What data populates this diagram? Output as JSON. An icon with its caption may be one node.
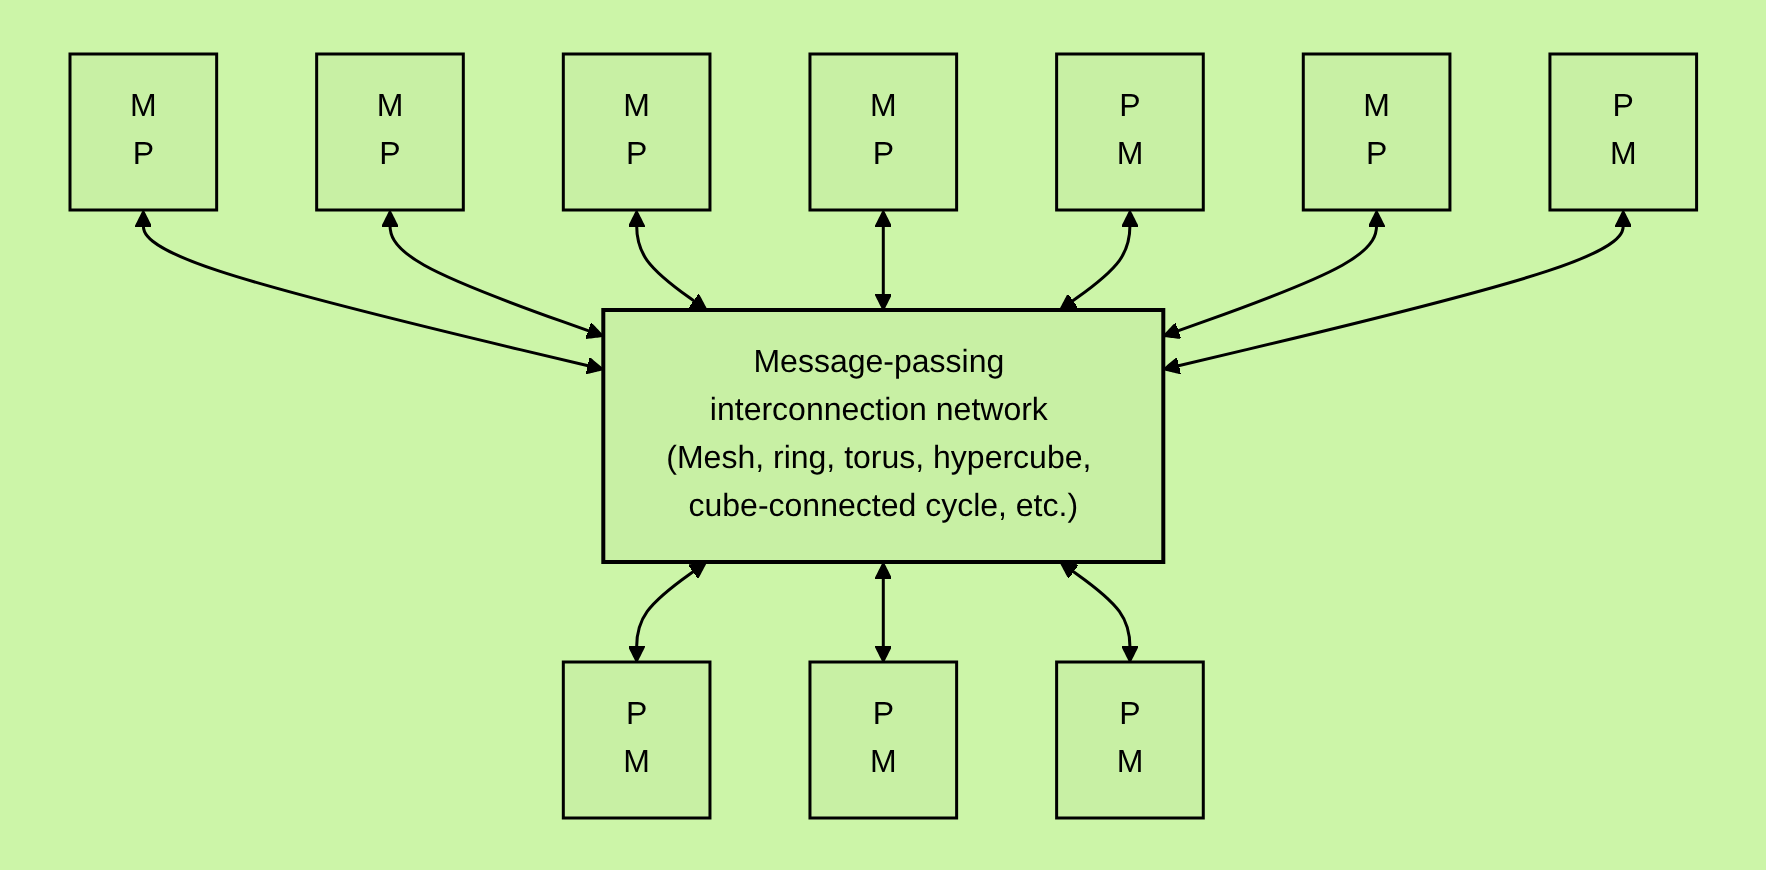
{
  "diagram": {
    "nodes": [
      {
        "text": [
          "M",
          "P"
        ]
      },
      {
        "text": [
          "M",
          "P"
        ]
      },
      {
        "text": [
          "M",
          "P"
        ]
      },
      {
        "text": [
          "M",
          "P"
        ]
      },
      {
        "text": [
          "Message-passing interconnection network (Mesh, ring, torus, hypercube, cube-connected cycle, etc.)"
        ]
      },
      {
        "text": [
          "P",
          "M"
        ]
      },
      {
        "text": [
          "M",
          "P"
        ]
      },
      {
        "text": [
          "P",
          "M"
        ]
      },
      {
        "text": [
          "P",
          "M"
        ]
      },
      {
        "text": [
          "P",
          "M"
        ]
      },
      {
        "text": [
          "P",
          "M"
        ]
      }
    ],
    "edges": [
      {
        "from": 0,
        "to": 4,
        "arrow": "both"
      },
      {
        "from": 1,
        "to": 4,
        "arrow": "both"
      },
      {
        "from": 2,
        "to": 4,
        "arrow": "both"
      },
      {
        "from": 3,
        "to": 4,
        "arrow": "both"
      },
      {
        "from": 5,
        "to": 4,
        "arrow": "both"
      },
      {
        "from": 6,
        "to": 4,
        "arrow": "both"
      },
      {
        "from": 7,
        "to": 4,
        "arrow": "both"
      },
      {
        "from": 4,
        "to": 8,
        "arrow": "both"
      },
      {
        "from": 4,
        "to": 9,
        "arrow": "both"
      },
      {
        "from": 4,
        "to": 10,
        "arrow": "both"
      }
    ]
  }
}
